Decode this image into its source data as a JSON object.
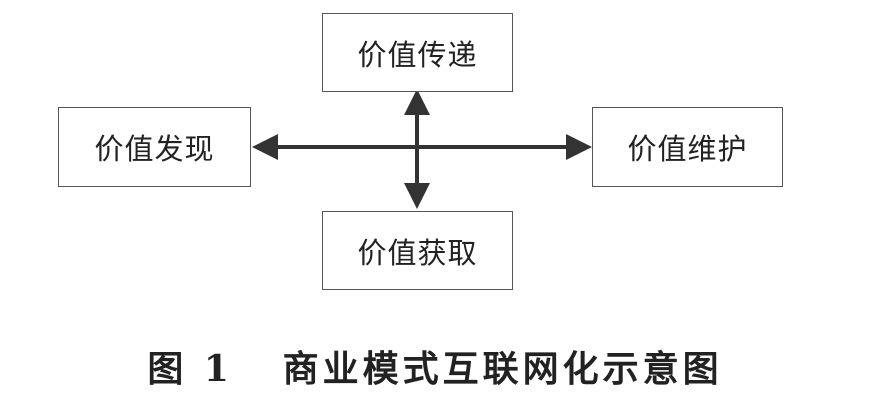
{
  "diagram": {
    "nodes": {
      "top": "价值传递",
      "left": "价值发现",
      "right": "价值维护",
      "bottom": "价值获取"
    },
    "edges": [
      {
        "from": "center",
        "to": "top"
      },
      {
        "from": "center",
        "to": "left"
      },
      {
        "from": "center",
        "to": "right"
      },
      {
        "from": "center",
        "to": "bottom"
      }
    ],
    "caption": {
      "label": "图 1",
      "text": "商业模式互联网化示意图"
    }
  },
  "colors": {
    "arrow": "#333333",
    "box_border": "#555555",
    "text": "#222222"
  }
}
